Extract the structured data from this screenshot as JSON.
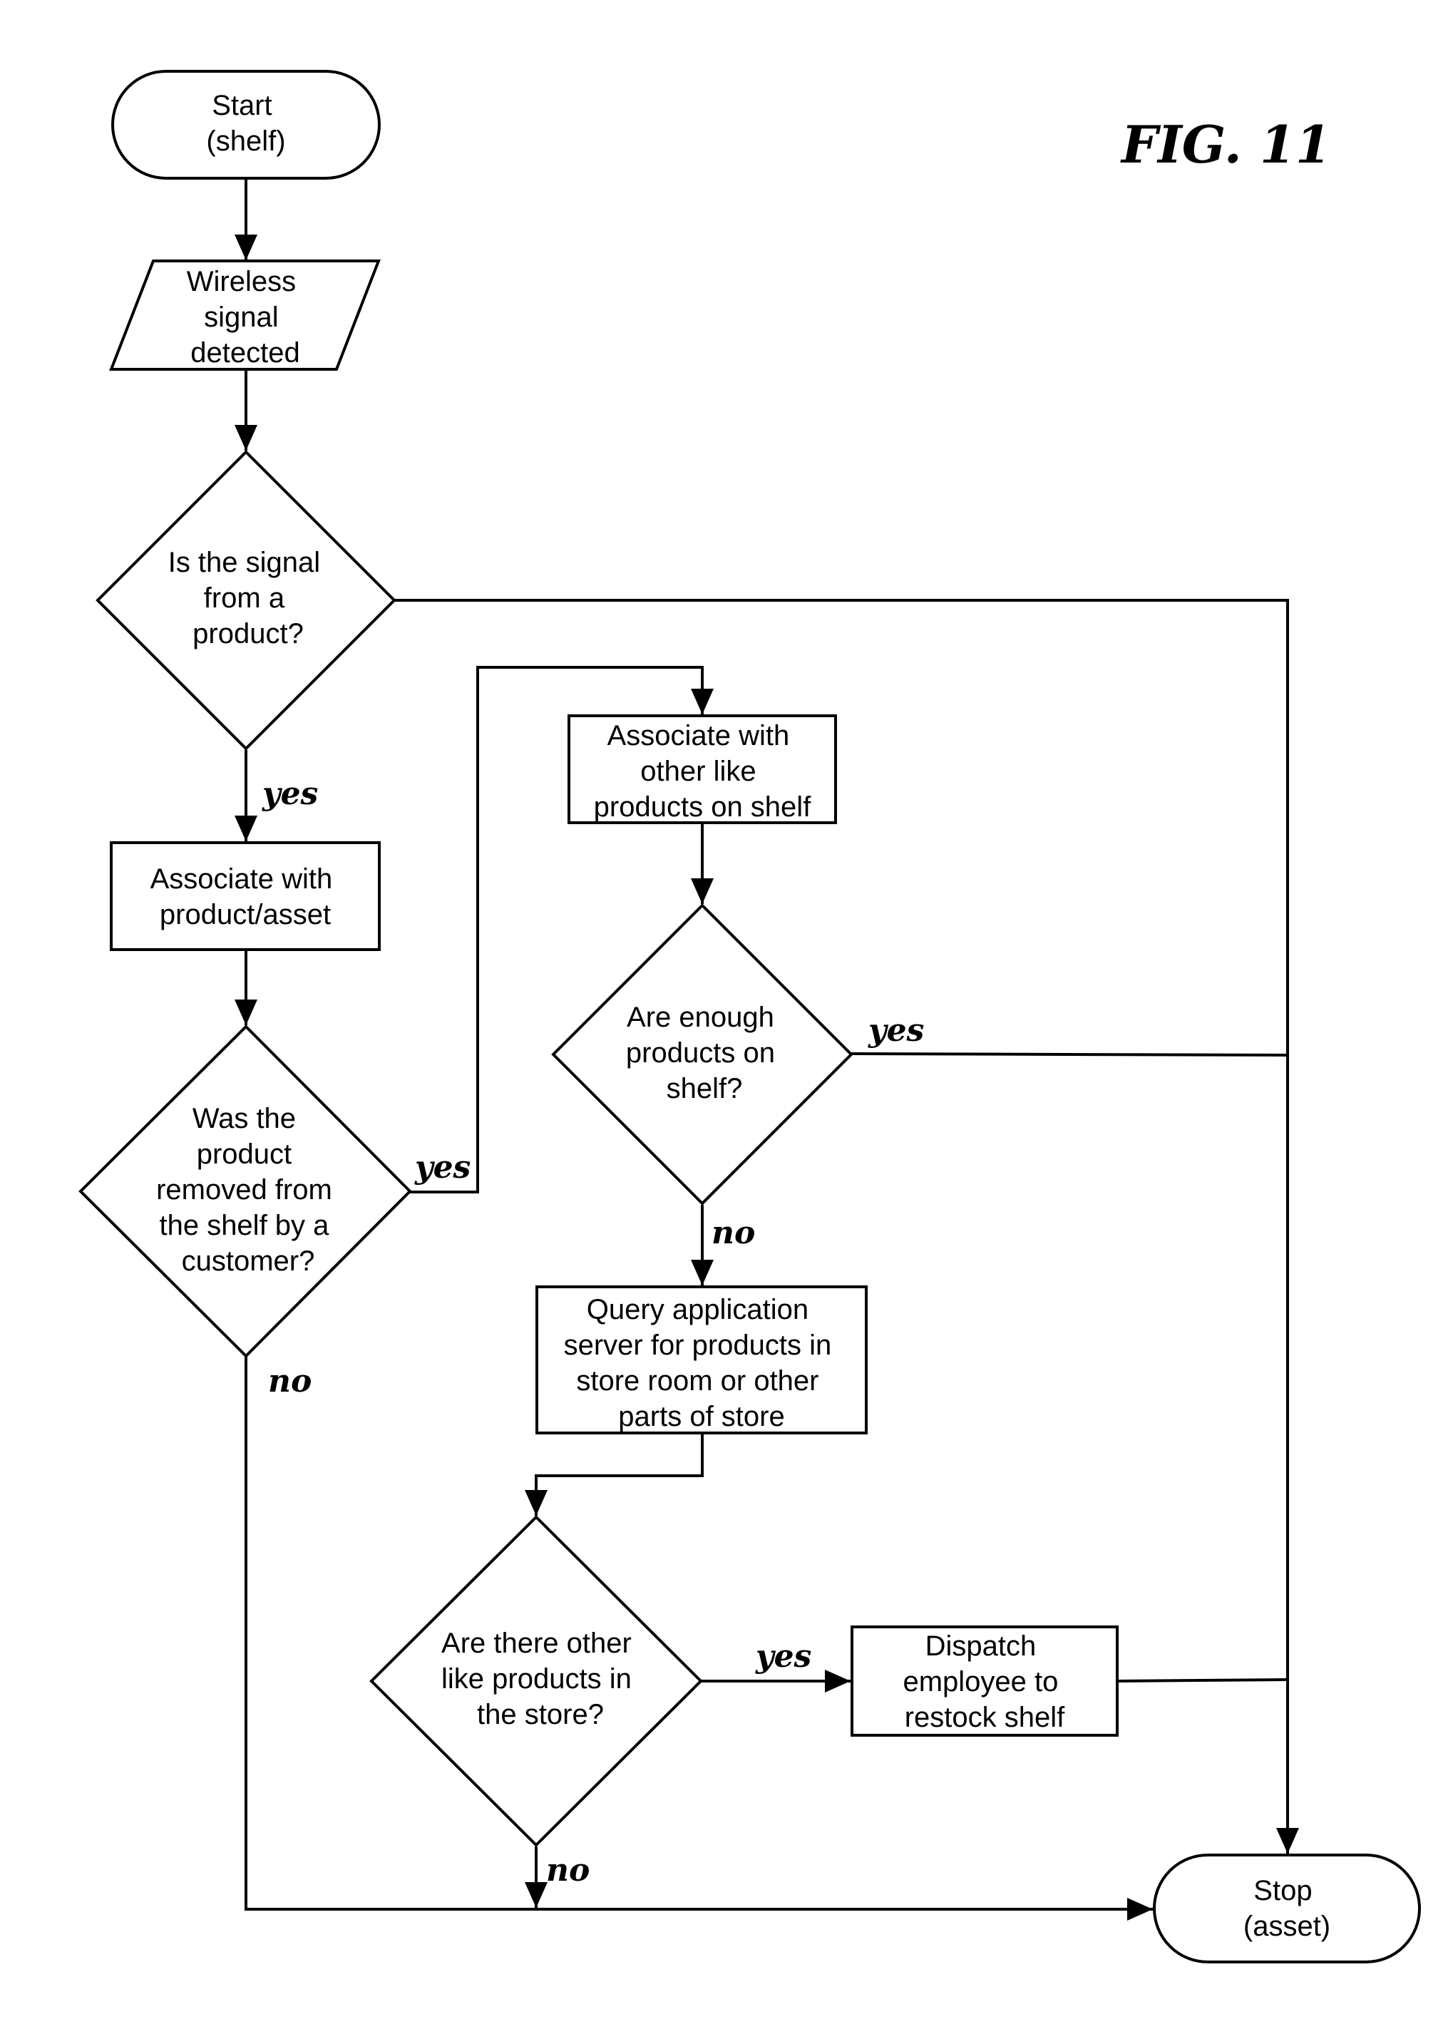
{
  "figure": {
    "title": "FIG. 11"
  },
  "nodes": {
    "start": {
      "lines": [
        "Start",
        "(shelf)"
      ]
    },
    "wireless": {
      "lines": [
        "Wireless",
        "signal",
        "detected"
      ]
    },
    "is_product": {
      "lines": [
        "Is the signal",
        "from a",
        "product?"
      ]
    },
    "assoc_product": {
      "lines": [
        "Associate with",
        "product/asset"
      ]
    },
    "removed": {
      "lines": [
        "Was the",
        "product",
        "removed from",
        "the shelf by a",
        "customer?"
      ]
    },
    "assoc_like": {
      "lines": [
        "Associate with",
        "other like",
        "products on shelf"
      ]
    },
    "enough": {
      "lines": [
        "Are enough",
        "products on",
        "shelf?"
      ]
    },
    "query": {
      "lines": [
        "Query application",
        "server for products in",
        "store room or other",
        "parts of store"
      ]
    },
    "other_like": {
      "lines": [
        "Are there other",
        "like products in",
        "the store?"
      ]
    },
    "dispatch": {
      "lines": [
        "Dispatch",
        "employee to",
        "restock shelf"
      ]
    },
    "stop": {
      "lines": [
        "Stop",
        "(asset)"
      ]
    }
  },
  "edge_labels": {
    "product_yes": "yes",
    "removed_yes": "yes",
    "removed_no": "no",
    "enough_yes": "yes",
    "enough_no": "no",
    "other_yes": "yes",
    "other_no": "no"
  }
}
